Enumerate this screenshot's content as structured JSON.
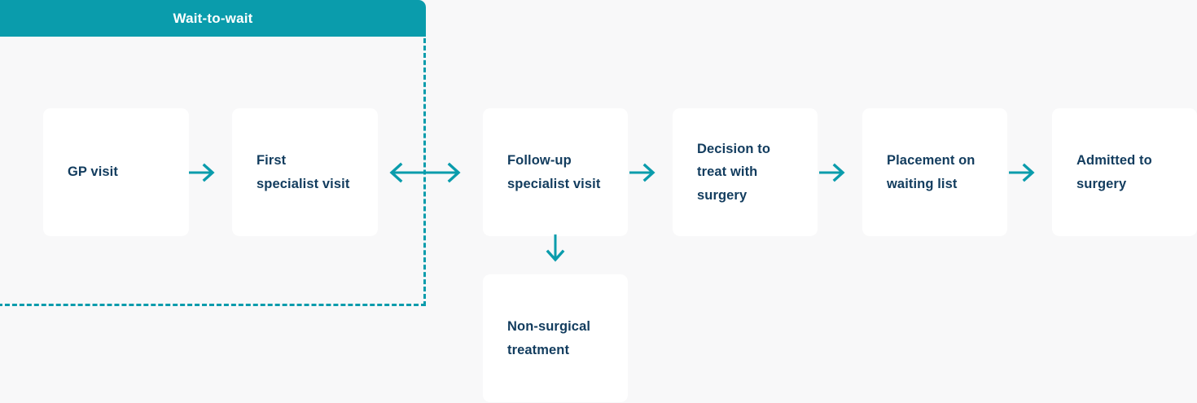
{
  "diagram": {
    "title": "Wait-to-wait",
    "colors": {
      "accent_teal": "#0A9CAC",
      "card_text_navy": "#123C5E",
      "background": "#F8F8F9",
      "card_background": "#FFFFFF"
    },
    "group": {
      "label": "Wait-to-wait",
      "style": "dashed-outline"
    },
    "nodes": [
      {
        "id": "gp-visit",
        "label": "GP visit"
      },
      {
        "id": "first-specialist",
        "label": "First\nspecialist visit"
      },
      {
        "id": "followup-specialist",
        "label": "Follow-up\nspecialist visit"
      },
      {
        "id": "decision-surgery",
        "label": "Decision to\ntreat with\nsurgery"
      },
      {
        "id": "placement-waiting",
        "label": "Placement on\nwaiting list"
      },
      {
        "id": "admitted-surgery",
        "label": "Admitted to\nsurgery"
      },
      {
        "id": "non-surgical",
        "label": "Non-surgical\ntreatment"
      }
    ],
    "connectors": [
      {
        "id": "gp-to-first",
        "icon": "arrow-right-icon",
        "from": "gp-visit",
        "to": "first-specialist"
      },
      {
        "id": "first-to-followup",
        "icon": "arrow-double-head-icon",
        "from": "first-specialist",
        "to": "followup-specialist"
      },
      {
        "id": "followup-to-decision",
        "icon": "arrow-right-icon",
        "from": "followup-specialist",
        "to": "decision-surgery"
      },
      {
        "id": "decision-to-placement",
        "icon": "arrow-right-icon",
        "from": "decision-surgery",
        "to": "placement-waiting"
      },
      {
        "id": "placement-to-admitted",
        "icon": "arrow-right-icon",
        "from": "placement-waiting",
        "to": "admitted-surgery"
      },
      {
        "id": "followup-to-nonsurgical",
        "icon": "arrow-down-icon",
        "from": "followup-specialist",
        "to": "non-surgical"
      }
    ]
  }
}
